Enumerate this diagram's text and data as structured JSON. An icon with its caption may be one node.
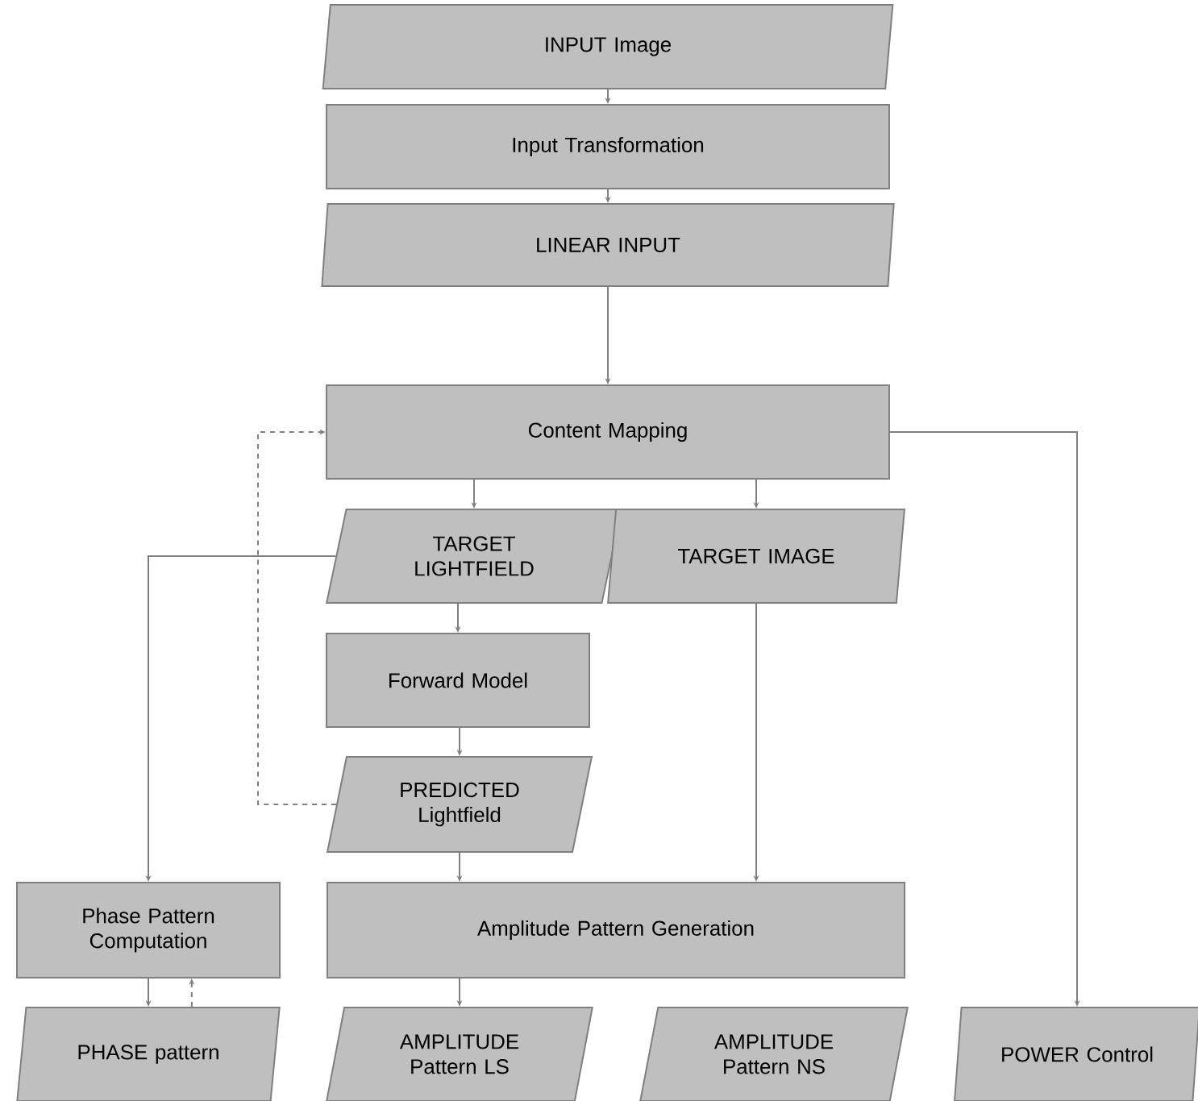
{
  "diagram": {
    "nodes": [
      {
        "text": [
          "INPUT Image"
        ]
      },
      {
        "text": [
          "Input Transformation"
        ]
      },
      {
        "text": [
          "LINEAR INPUT"
        ]
      },
      {
        "text": [
          "Content Mapping"
        ]
      },
      {
        "text": [
          "TARGET LIGHTFIELD"
        ]
      },
      {
        "text": [
          "TARGET IMAGE"
        ]
      },
      {
        "text": [
          "Forward Model"
        ]
      },
      {
        "text": [
          "PREDICTED Lightfield"
        ]
      },
      {
        "text": [
          "Phase Pattern Computation"
        ]
      },
      {
        "text": [
          "Amplitude Pattern Generation"
        ]
      },
      {
        "text": [
          "PHASE pattern"
        ]
      },
      {
        "text": [
          "AMPLITUDE Pattern LS"
        ]
      },
      {
        "text": [
          "AMPLITUDE Pattern NS"
        ]
      },
      {
        "text": [
          "POWER Control"
        ]
      }
    ],
    "edges": [
      {
        "from": 0,
        "to": 1,
        "arrow": "to"
      },
      {
        "from": 1,
        "to": 2,
        "arrow": "to"
      },
      {
        "from": 2,
        "to": 3,
        "arrow": "to"
      },
      {
        "from": 3,
        "to": 4,
        "arrow": "to"
      },
      {
        "from": 3,
        "to": 5,
        "arrow": "to"
      },
      {
        "from": 3,
        "to": 13,
        "arrow": "to"
      },
      {
        "from": 4,
        "to": 6,
        "arrow": "to"
      },
      {
        "from": 4,
        "to": 8,
        "arrow": "to"
      },
      {
        "from": 6,
        "to": 7,
        "arrow": "to"
      },
      {
        "from": 7,
        "to": 3,
        "arrow": "to",
        "style": "dashed"
      },
      {
        "from": 5,
        "to": 9,
        "arrow": "to"
      },
      {
        "from": 7,
        "to": 9,
        "arrow": "to"
      },
      {
        "from": 8,
        "to": 10,
        "arrow": "to"
      },
      {
        "from": 10,
        "to": 8,
        "arrow": "to",
        "style": "dashed"
      },
      {
        "from": 9,
        "to": 11,
        "arrow": "to"
      }
    ]
  }
}
